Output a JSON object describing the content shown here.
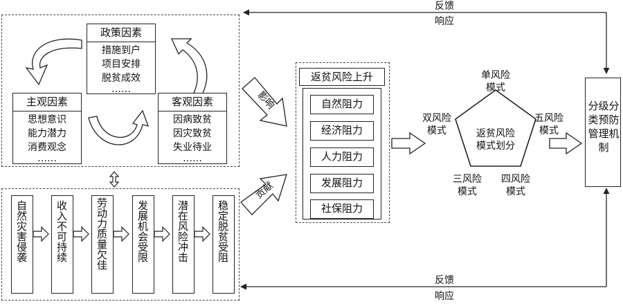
{
  "policy": {
    "title": "政策因素",
    "lines": [
      "措施到户",
      "项目安排",
      "脱贫成效",
      "……"
    ]
  },
  "subjective": {
    "title": "主观因素",
    "lines": [
      "思想意识",
      "能力潜力",
      "消费观念",
      "……"
    ]
  },
  "objective": {
    "title": "客观因素",
    "lines": [
      "因病致贫",
      "因灾致贫",
      "失业待业",
      "……"
    ]
  },
  "chain": [
    "自然灾害侵袭",
    "收入不可持续",
    "劳动力质量欠佳",
    "发展机会受限",
    "潜在风险冲击",
    "稳定脱贫受阻"
  ],
  "arrows": {
    "influence": "影响",
    "contribute": "贡献"
  },
  "risk": {
    "title": "返贫风险上升",
    "resistances": [
      "自然阻力",
      "经济阻力",
      "人力阻力",
      "发展阻力",
      "社保阻力"
    ]
  },
  "pentagon": {
    "center": [
      "返贫风险",
      "模式划分"
    ],
    "modes": {
      "single": [
        "单风险",
        "模式"
      ],
      "double": [
        "双风险",
        "模式"
      ],
      "triple": [
        "三风险",
        "模式"
      ],
      "quad": [
        "四风险",
        "模式"
      ],
      "five": [
        "五风险",
        "模式"
      ]
    }
  },
  "mechanism": "分级分类预防管理机制",
  "feedback_top": {
    "feedback": "反馈",
    "response": "响应"
  },
  "feedback_bottom": {
    "feedback": "反馈",
    "response": "响应"
  }
}
